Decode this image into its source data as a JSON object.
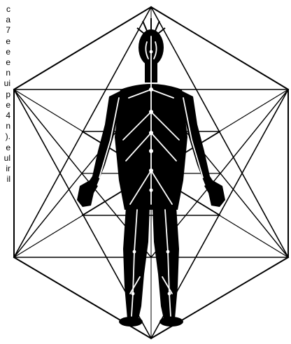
{
  "text_fragments": [
    "c",
    "a",
    "7",
    "e",
    "e",
    "e",
    "n",
    "ui",
    "p",
    "e",
    "4",
    "n",
    ").",
    "e",
    "ul",
    "ir",
    "il"
  ],
  "colors": {
    "background": "#ffffff",
    "ink": "#000000",
    "channels": "#ffffff"
  },
  "figure": {
    "subject": "human-figure-with-channels",
    "geometry": "hexagon-with-star-and-inner-rhombuses"
  }
}
